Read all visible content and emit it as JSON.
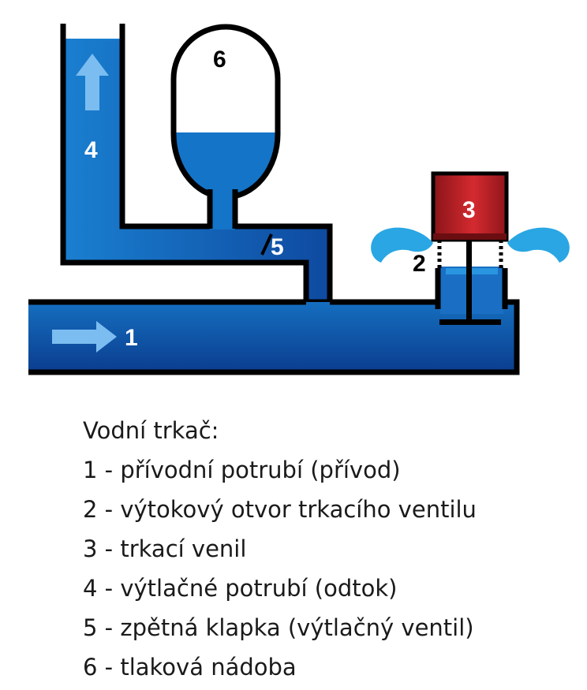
{
  "diagram": {
    "labels": {
      "supply_pipe": "1",
      "waste_outlet": "2",
      "impulse_valve": "3",
      "delivery_pipe": "4",
      "check_valve": "5",
      "pressure_vessel": "6"
    },
    "colors": {
      "water": "#1474c7",
      "water_dark": "#0d3f93",
      "arrow": "#7bbdf0",
      "pipe_outline": "#000000",
      "valve": "#c0262c",
      "valve_dark": "#7a1014",
      "splash": "#29a6e3"
    }
  },
  "legend": {
    "title": "Vodní trkač:",
    "items": [
      "1 - přívodní potrubí (přívod)",
      "2 - výtokový otvor trkacího ventilu",
      "3 - trkací venil",
      "4 - výtlačné potrubí (odtok)",
      "5 - zpětná klapka (výtlačný ventil)",
      "6 - tlaková nádoba"
    ]
  }
}
